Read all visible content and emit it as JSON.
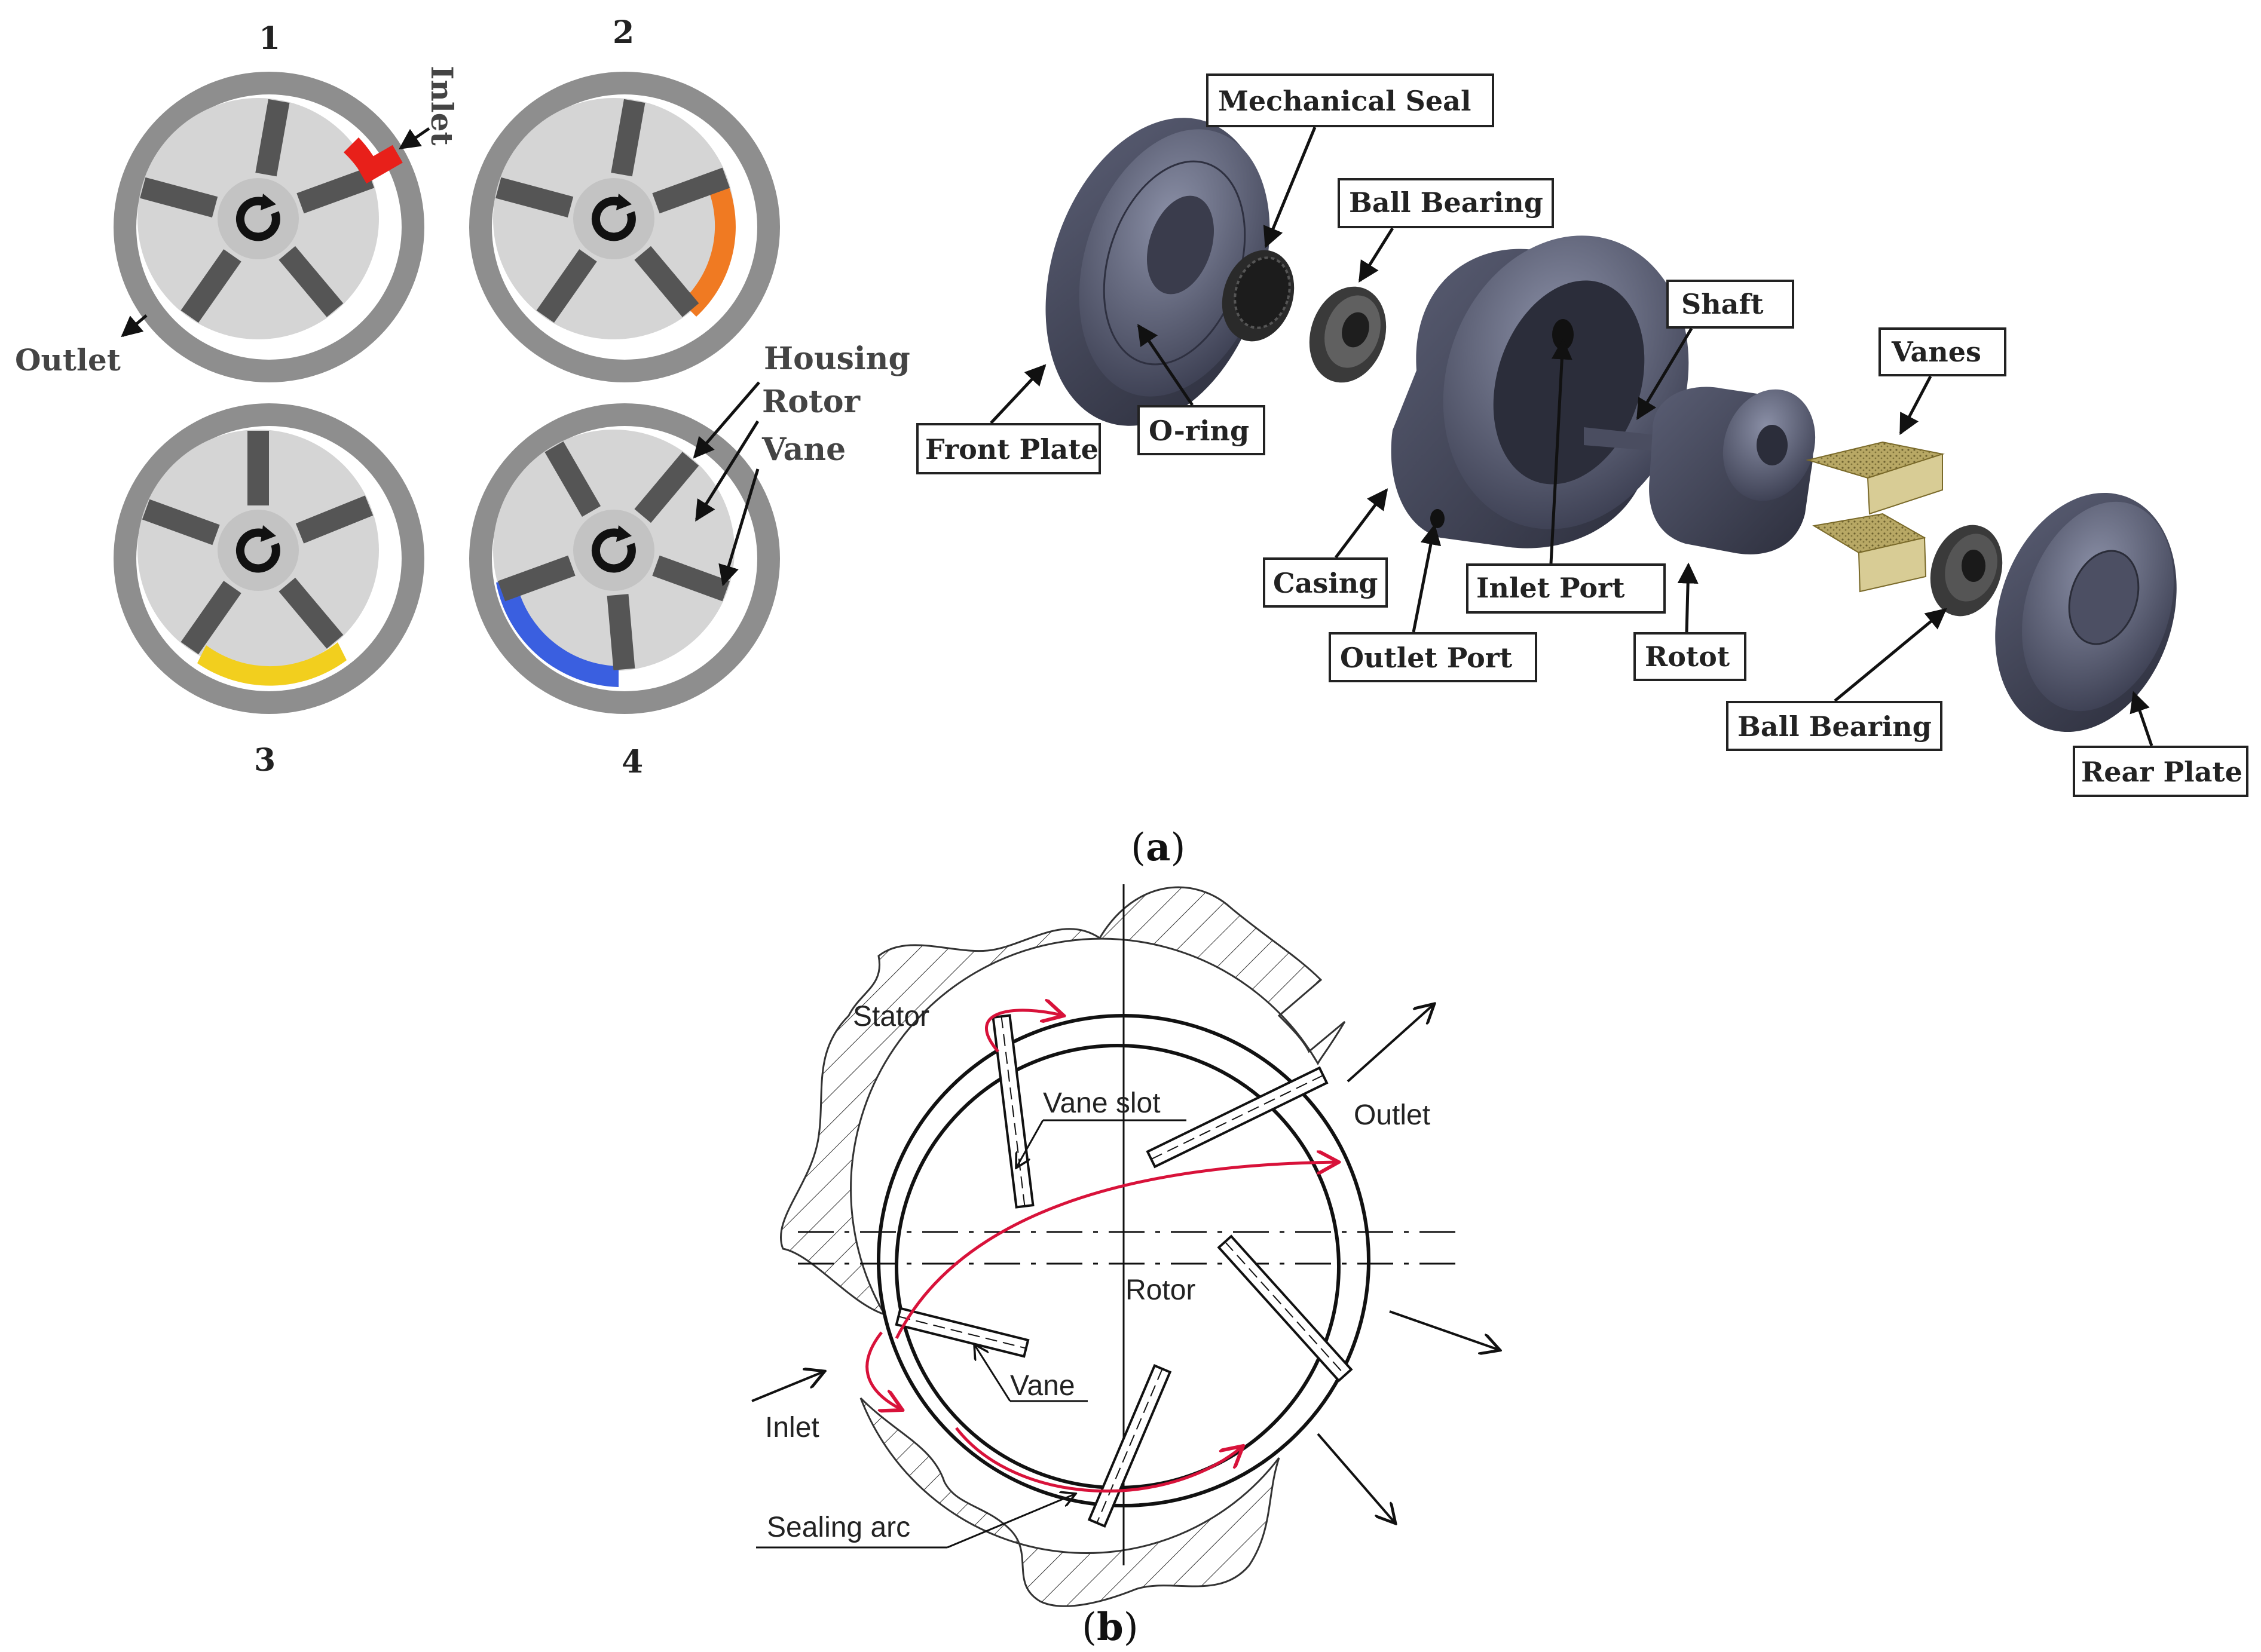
{
  "panel_a": {
    "caption_open": "(",
    "caption_letter": "a",
    "caption_close": ")",
    "cycle": {
      "step_labels": [
        "1",
        "2",
        "3",
        "4"
      ],
      "inlet": "Inlet",
      "outlet": "Outlet",
      "housing": "Housing",
      "rotor": "Rotor",
      "vane": "Vane",
      "fill_colors": {
        "step1": "#e8201a",
        "step2": "#f07a22",
        "step3": "#f2cf1e",
        "step4": "#3a5fe0"
      }
    },
    "exploded": {
      "mechanical_seal": "Mechanical Seal",
      "ball_bearing_top": "Ball Bearing",
      "shaft": "Shaft",
      "vanes": "Vanes",
      "front_plate": "Front Plate",
      "o_ring": "O-ring",
      "casing": "Casing",
      "inlet_port": "Inlet Port",
      "outlet_port": "Outlet Port",
      "rotot": "Rotot",
      "ball_bearing_bottom": "Ball Bearing",
      "rear_plate": "Rear Plate"
    }
  },
  "panel_b": {
    "caption_open": "(",
    "caption_letter": "b",
    "caption_close": ")",
    "stator": "Stator",
    "vane_slot": "Vane slot",
    "outlet": "Outlet",
    "rotor": "Rotor",
    "vane": "Vane",
    "inlet": "Inlet",
    "sealing_arc": "Sealing arc",
    "flow_color": "#d8123a"
  }
}
